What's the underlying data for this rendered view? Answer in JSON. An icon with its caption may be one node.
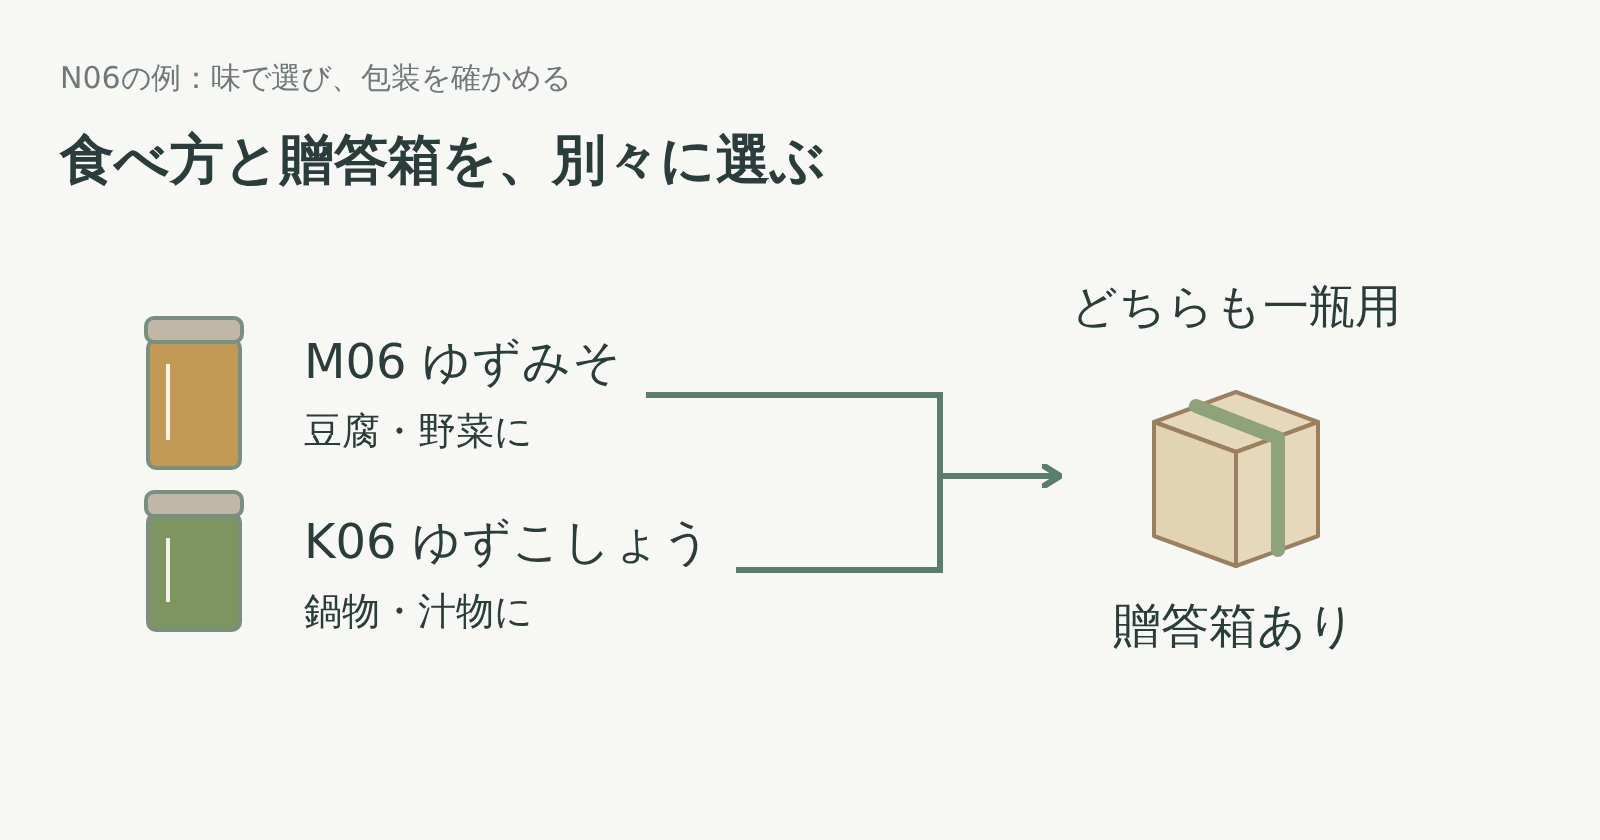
{
  "diagram": {
    "title": "食べ方と贈答箱を、別々に選ぶ",
    "caption": "N06の例：味で選び、包装を確かめる",
    "nodes": [
      {
        "text": [
          "M06 ゆずみそ",
          "豆腐・野菜に"
        ]
      },
      {
        "text": [
          "K06 ゆずこしょう",
          "鍋物・汁物に"
        ]
      },
      {
        "text": [
          "贈答箱あり"
        ]
      }
    ],
    "edges": [
      {
        "from": 0,
        "to": 2,
        "arrow": "to"
      },
      {
        "from": 1,
        "to": 2,
        "arrow": "to"
      }
    ],
    "labels": [
      "どちらも一瓶用"
    ]
  }
}
